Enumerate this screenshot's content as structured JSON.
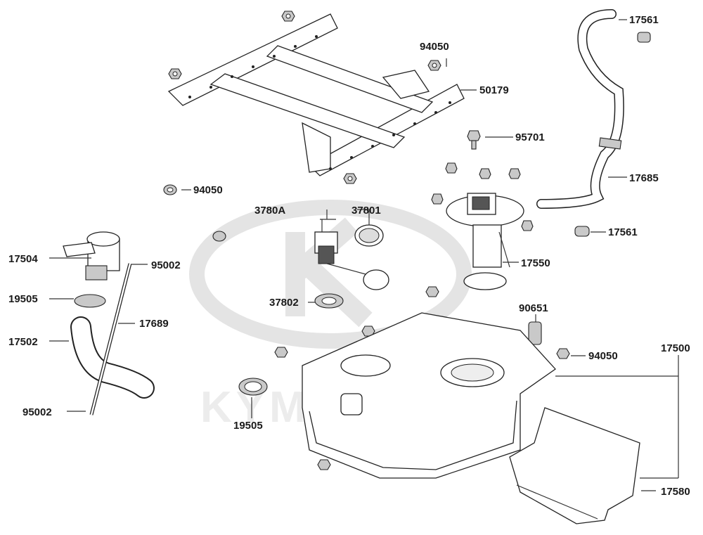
{
  "diagram": {
    "watermark_text": "KYMCO",
    "labels": {
      "l17561_top": "17561",
      "l94050_top": "94050",
      "l50179": "50179",
      "l95701": "95701",
      "l17685": "17685",
      "l94050_left": "94050",
      "l3780a": "3780A",
      "l37801": "37801",
      "l17561_right": "17561",
      "l17504": "17504",
      "l95002_top": "95002",
      "l17550": "17550",
      "l19505_left": "19505",
      "l37802": "37802",
      "l90651": "90651",
      "l17689": "17689",
      "l17500": "17500",
      "l94050_right": "94050",
      "l17502": "17502",
      "l95002_bottom": "95002",
      "l19505_bottom": "19505",
      "l17580": "17580"
    }
  }
}
